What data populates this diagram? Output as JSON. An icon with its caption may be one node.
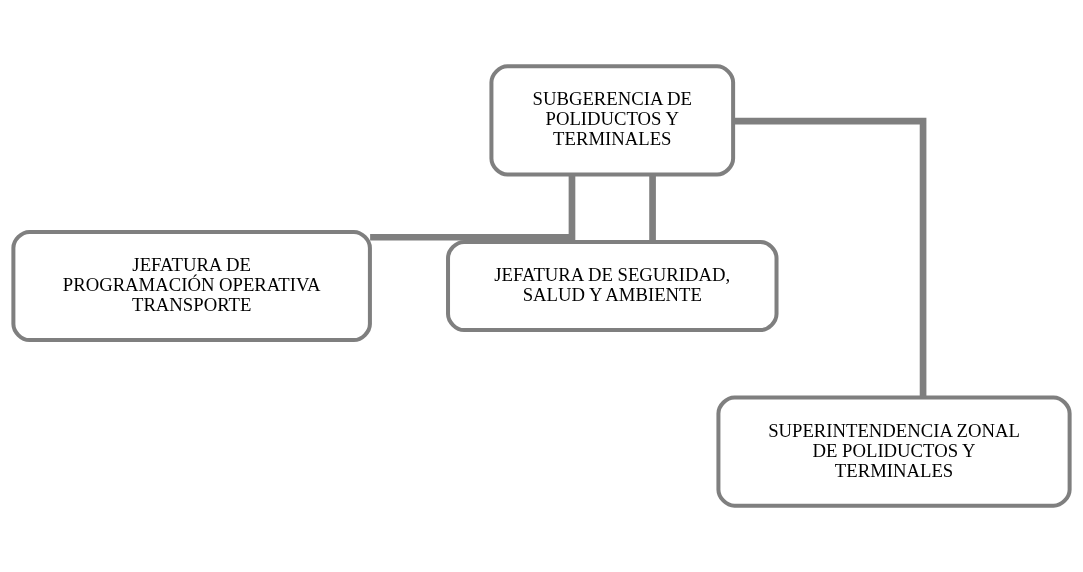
{
  "diagram": {
    "nodes": [
      {
        "text": [
          "SUBGERENCIA DE POLIDUCTOS Y TERMINALES"
        ]
      },
      {
        "text": [
          "JEFATURA DE PROGRAMACIÓN OPERATIVA TRANSPORTE"
        ]
      },
      {
        "text": [
          "JEFATURA DE SEGURIDAD, SALUD Y AMBIENTE"
        ]
      },
      {
        "text": [
          "SUPERINTENDENCIA ZONAL DE POLIDUCTOS Y TERMINALES"
        ]
      }
    ],
    "edges": [
      {
        "from": 0,
        "to": 1,
        "arrow": "none"
      },
      {
        "from": 0,
        "to": 2,
        "arrow": "none"
      },
      {
        "from": 0,
        "to": 3,
        "arrow": "none"
      }
    ]
  }
}
